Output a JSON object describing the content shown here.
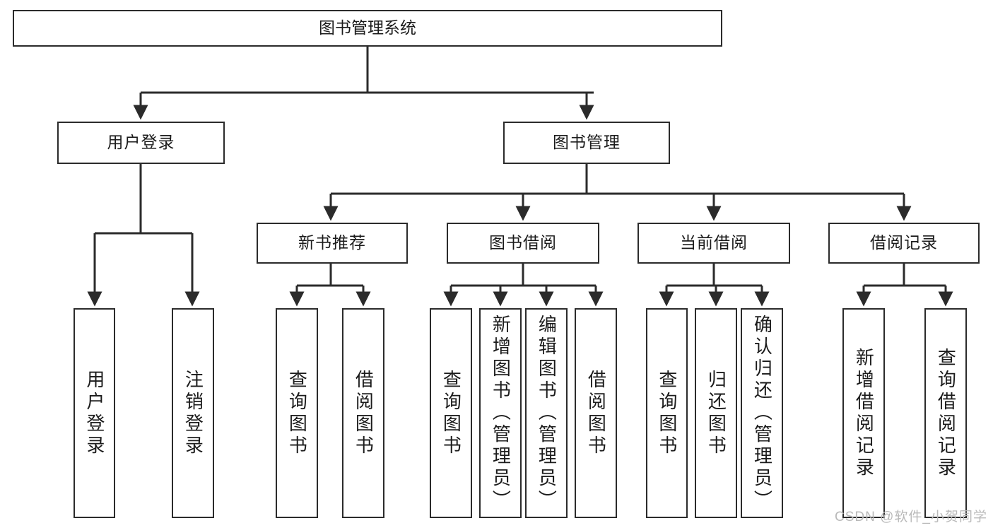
{
  "diagram": {
    "type": "tree-hierarchy",
    "title": "图书管理系统",
    "root": {
      "id": "root",
      "label": "图书管理系统",
      "orientation": "horizontal"
    },
    "level2": [
      {
        "id": "user-login",
        "label": "用户登录",
        "orientation": "horizontal"
      },
      {
        "id": "book-manage",
        "label": "图书管理",
        "orientation": "horizontal"
      }
    ],
    "level3": [
      {
        "id": "new-book-rec",
        "label": "新书推荐",
        "orientation": "horizontal",
        "parent": "book-manage"
      },
      {
        "id": "book-borrow",
        "label": "图书借阅",
        "orientation": "horizontal",
        "parent": "book-manage"
      },
      {
        "id": "current-borrow",
        "label": "当前借阅",
        "orientation": "horizontal",
        "parent": "book-manage"
      },
      {
        "id": "borrow-record",
        "label": "借阅记录",
        "orientation": "horizontal",
        "parent": "book-manage"
      }
    ],
    "leaves": [
      {
        "id": "leaf-user-login",
        "label": "用户登录",
        "parent": "user-login"
      },
      {
        "id": "leaf-user-logout",
        "label": "注销登录",
        "parent": "user-login"
      },
      {
        "id": "leaf-query-book-1",
        "label": "查询图书",
        "parent": "new-book-rec"
      },
      {
        "id": "leaf-borrow-book-1",
        "label": "借阅图书",
        "parent": "new-book-rec"
      },
      {
        "id": "leaf-query-book-2",
        "label": "查询图书",
        "parent": "book-borrow"
      },
      {
        "id": "leaf-add-book",
        "label": "新增图书（管理员）",
        "parent": "book-borrow"
      },
      {
        "id": "leaf-edit-book",
        "label": "编辑图书（管理员）",
        "parent": "book-borrow"
      },
      {
        "id": "leaf-borrow-book-2",
        "label": "借阅图书",
        "parent": "book-borrow"
      },
      {
        "id": "leaf-query-book-3",
        "label": "查询图书",
        "parent": "current-borrow"
      },
      {
        "id": "leaf-return-book",
        "label": "归还图书",
        "parent": "current-borrow"
      },
      {
        "id": "leaf-confirm-return",
        "label": "确认归还（管理员）",
        "parent": "current-borrow"
      },
      {
        "id": "leaf-add-record",
        "label": "新增借阅记录",
        "parent": "borrow-record"
      },
      {
        "id": "leaf-query-record",
        "label": "查询借阅记录",
        "parent": "borrow-record"
      }
    ],
    "colors": {
      "box_border": "#2b2b2b",
      "box_fill": "#ffffff",
      "connector": "#2b2b2b",
      "text": "#1b1b1b",
      "watermark": "#b9b9b9",
      "background": "#ffffff"
    }
  },
  "watermark": {
    "text": "CSDN @软件_小贺同学"
  }
}
